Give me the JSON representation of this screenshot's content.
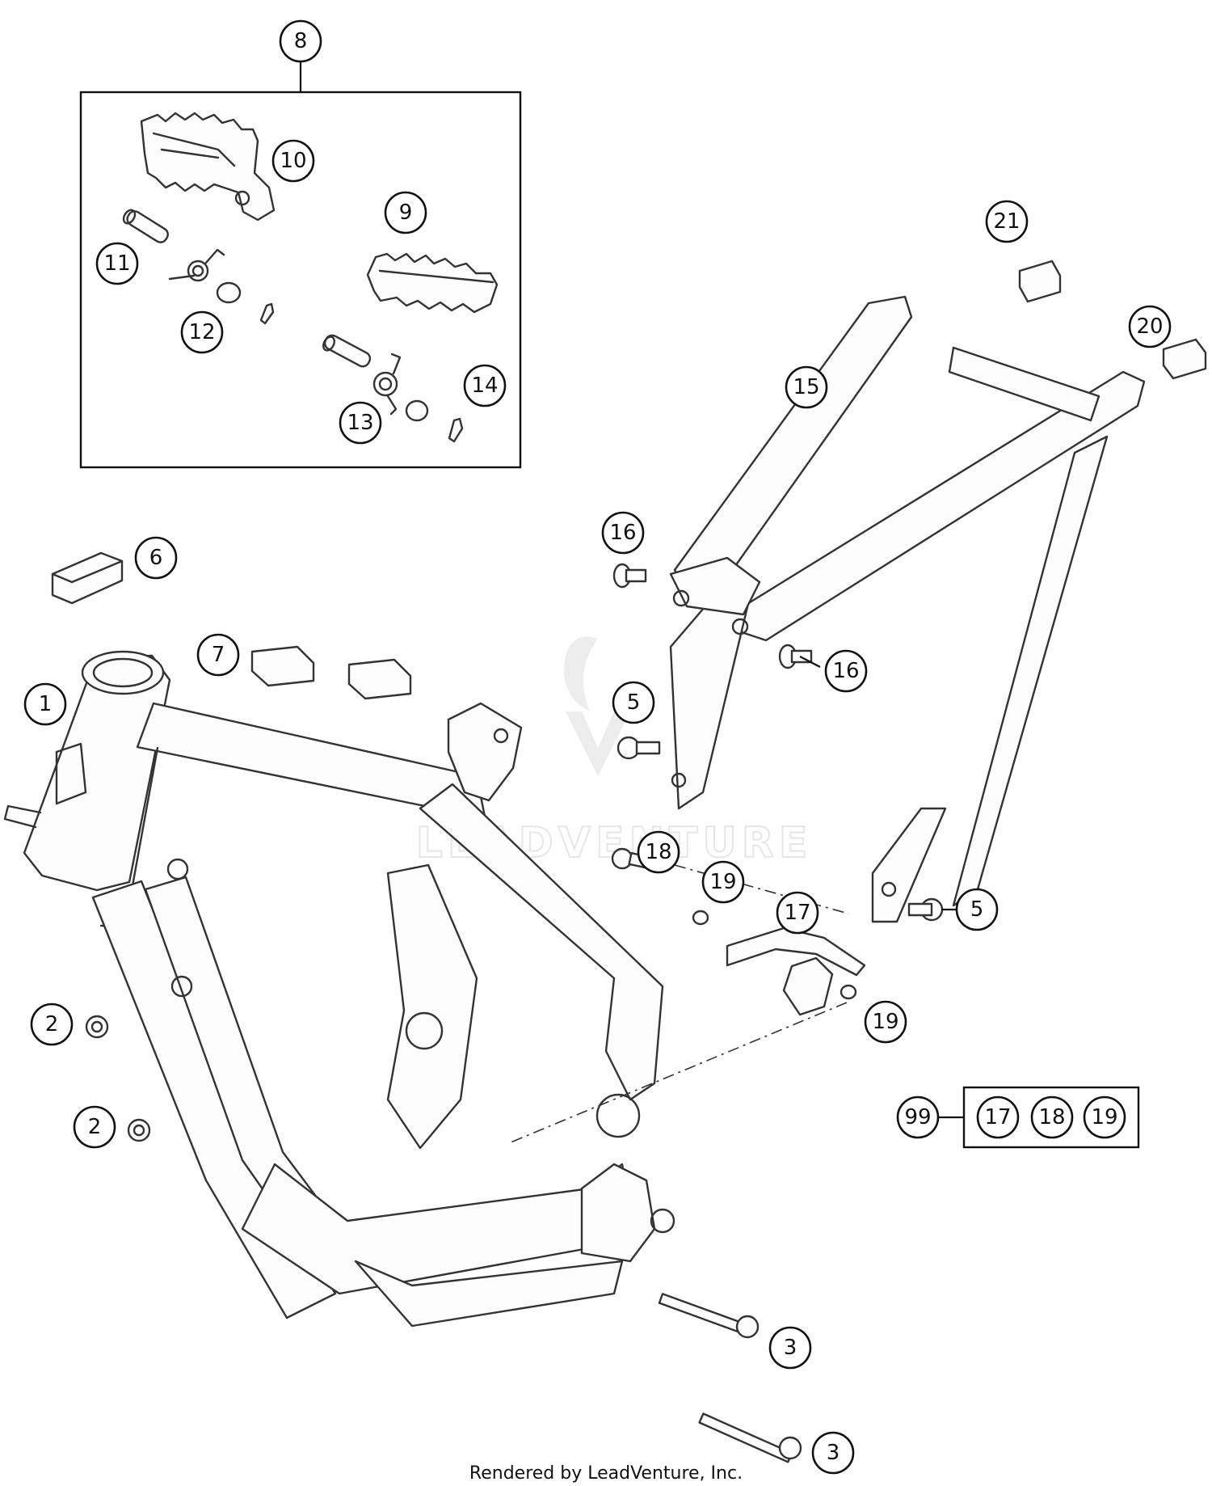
{
  "callouts": [
    {
      "id": "c8",
      "label": "8"
    },
    {
      "id": "c10",
      "label": "10"
    },
    {
      "id": "c9",
      "label": "9"
    },
    {
      "id": "c11",
      "label": "11"
    },
    {
      "id": "c12",
      "label": "12"
    },
    {
      "id": "c13",
      "label": "13"
    },
    {
      "id": "c14",
      "label": "14"
    },
    {
      "id": "c21",
      "label": "21"
    },
    {
      "id": "c20",
      "label": "20"
    },
    {
      "id": "c15",
      "label": "15"
    },
    {
      "id": "c16a",
      "label": "16"
    },
    {
      "id": "c16b",
      "label": "16"
    },
    {
      "id": "c6",
      "label": "6"
    },
    {
      "id": "c7",
      "label": "7"
    },
    {
      "id": "c1",
      "label": "1"
    },
    {
      "id": "c5a",
      "label": "5"
    },
    {
      "id": "c18",
      "label": "18"
    },
    {
      "id": "c19a",
      "label": "19"
    },
    {
      "id": "c17",
      "label": "17"
    },
    {
      "id": "c5b",
      "label": "5"
    },
    {
      "id": "c19b",
      "label": "19"
    },
    {
      "id": "c2a",
      "label": "2"
    },
    {
      "id": "c2b",
      "label": "2"
    },
    {
      "id": "c3a",
      "label": "3"
    },
    {
      "id": "c3b",
      "label": "3"
    }
  ],
  "kit": {
    "label": "99",
    "items": [
      "17",
      "18",
      "19"
    ]
  },
  "watermark": "LEADVENTURE",
  "footer": "Rendered by LeadVenture, Inc."
}
